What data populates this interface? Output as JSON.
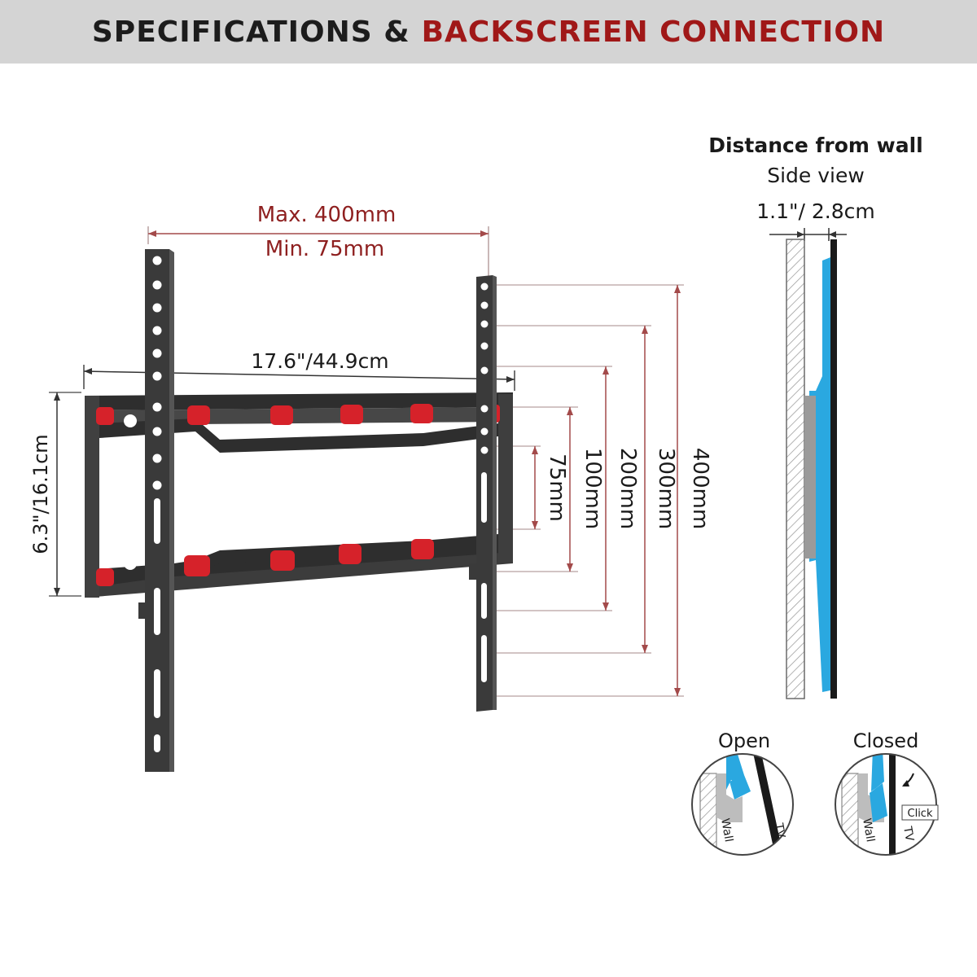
{
  "header": {
    "title_part1": "SPECIFICATIONS &",
    "title_part2": "BACKSCREEN CONNECTION"
  },
  "dimensions": {
    "max_width": "Max. 400mm",
    "min_width": "Min. 75mm",
    "bracket_width": "17.6\"/44.9cm",
    "bracket_height": "6.3\"/16.1cm",
    "vesa_heights": [
      "75mm",
      "100mm",
      "200mm",
      "300mm",
      "400mm"
    ]
  },
  "side_view": {
    "title": "Distance from wall",
    "subtitle": "Side view",
    "distance": "1.1\"/ 2.8cm"
  },
  "details": {
    "open_label": "Open",
    "closed_label": "Closed",
    "wall_label": "Wall",
    "tv_label": "TV",
    "click_label": "Click"
  },
  "colors": {
    "accent_red": "#a01818",
    "bracket": "#3a3a3a",
    "cap_red": "#d6222a",
    "tv_blue": "#2aa8e0"
  }
}
